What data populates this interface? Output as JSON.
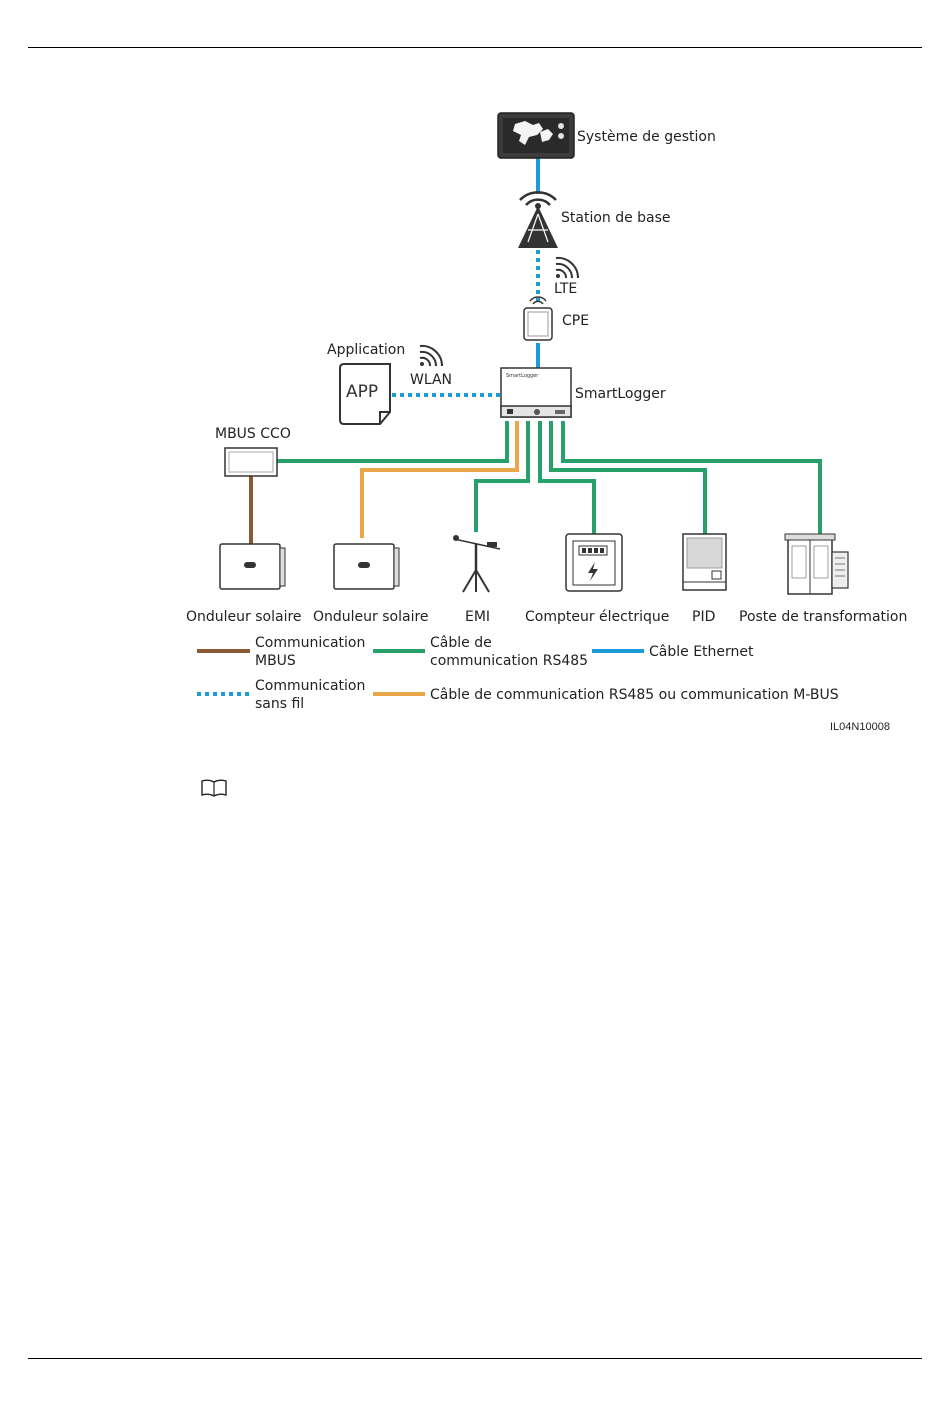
{
  "diagram": {
    "nodes": {
      "management_system": "Système de gestion",
      "base_station": "Station de base",
      "lte": "LTE",
      "cpe": "CPE",
      "application": "Application",
      "app_icon_text": "APP",
      "wlan": "WLAN",
      "smartlogger": "SmartLogger",
      "smartlogger_brand": "SmartLogger",
      "mbus_cco": "MBUS CCO",
      "inverter_1": "Onduleur solaire",
      "inverter_2": "Onduleur solaire",
      "emi": "EMI",
      "meter": "Compteur électrique",
      "pid": "PID",
      "transformer": "Poste de transformation"
    },
    "legend": {
      "mbus_line1": "Communication",
      "mbus_line2": "MBUS",
      "rs485_line1": "Câble de",
      "rs485_line2": "communication RS485",
      "ethernet": "Câble Ethernet",
      "wireless_line1": "Communication",
      "wireless_line2": "sans fil",
      "rs485_or_mbus": "Câble de communication RS485 ou communication M-BUS"
    },
    "figure_code": "IL04N10008"
  },
  "colors": {
    "mbus": "#8B5A32",
    "rs485": "#27A06A",
    "ethernet": "#1B9BD7",
    "wireless": "#1B9BD7",
    "rs485_or_mbus": "#E8A84A"
  },
  "icons": [
    "monitor-icon",
    "tower-icon",
    "wifi-icon",
    "cpe-icon",
    "app-icon",
    "smartlogger-icon",
    "mbus-cco-icon",
    "inverter-icon",
    "weather-station-icon",
    "meter-icon",
    "pid-icon",
    "transformer-icon",
    "book-icon"
  ]
}
